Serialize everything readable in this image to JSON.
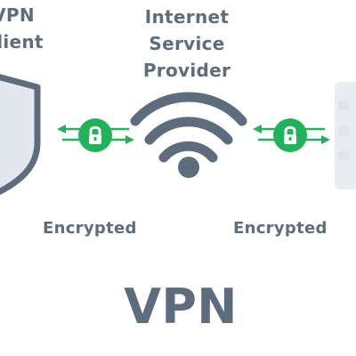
{
  "labels": {
    "vpn_client": "VPN\nClient",
    "isp": "Internet Service\nProvider",
    "encrypted_left": "Encrypted",
    "encrypted_right": "Encrypted",
    "title": "VPN"
  },
  "colors": {
    "text": "#5d6d7e",
    "shield_fill": "#e3e8ef",
    "shield_stroke": "#5d6d7e",
    "lock_bg": "#22b25a",
    "lock_icon": "#ffffff",
    "arrow": "#22b25a",
    "wifi": "#5d6d7e",
    "server": "#e9edf2",
    "server_slot": "#dfe5ec"
  },
  "icons": {
    "shield": "shield-icon",
    "lock_left": "lock-icon",
    "lock_right": "lock-icon",
    "wifi": "wifi-icon",
    "server": "server-icon"
  }
}
